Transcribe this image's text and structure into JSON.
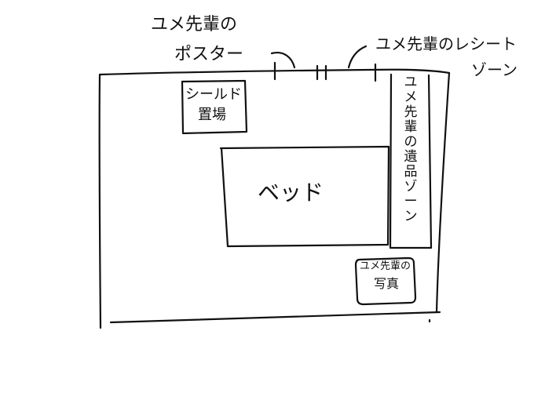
{
  "labels": {
    "poster_line1": "ユメ先輩の",
    "poster_line2": "ポスター",
    "receipt_line1": "ユメ先輩のレシート",
    "receipt_line2": "ゾーン",
    "shield_line1": "シールド",
    "shield_line2": "置場",
    "bed": "ベッド",
    "relics_zone": "ユメ先輩の遺品ゾーン",
    "photo_line1": "ユメ先輩の",
    "photo_line2": "写真"
  }
}
